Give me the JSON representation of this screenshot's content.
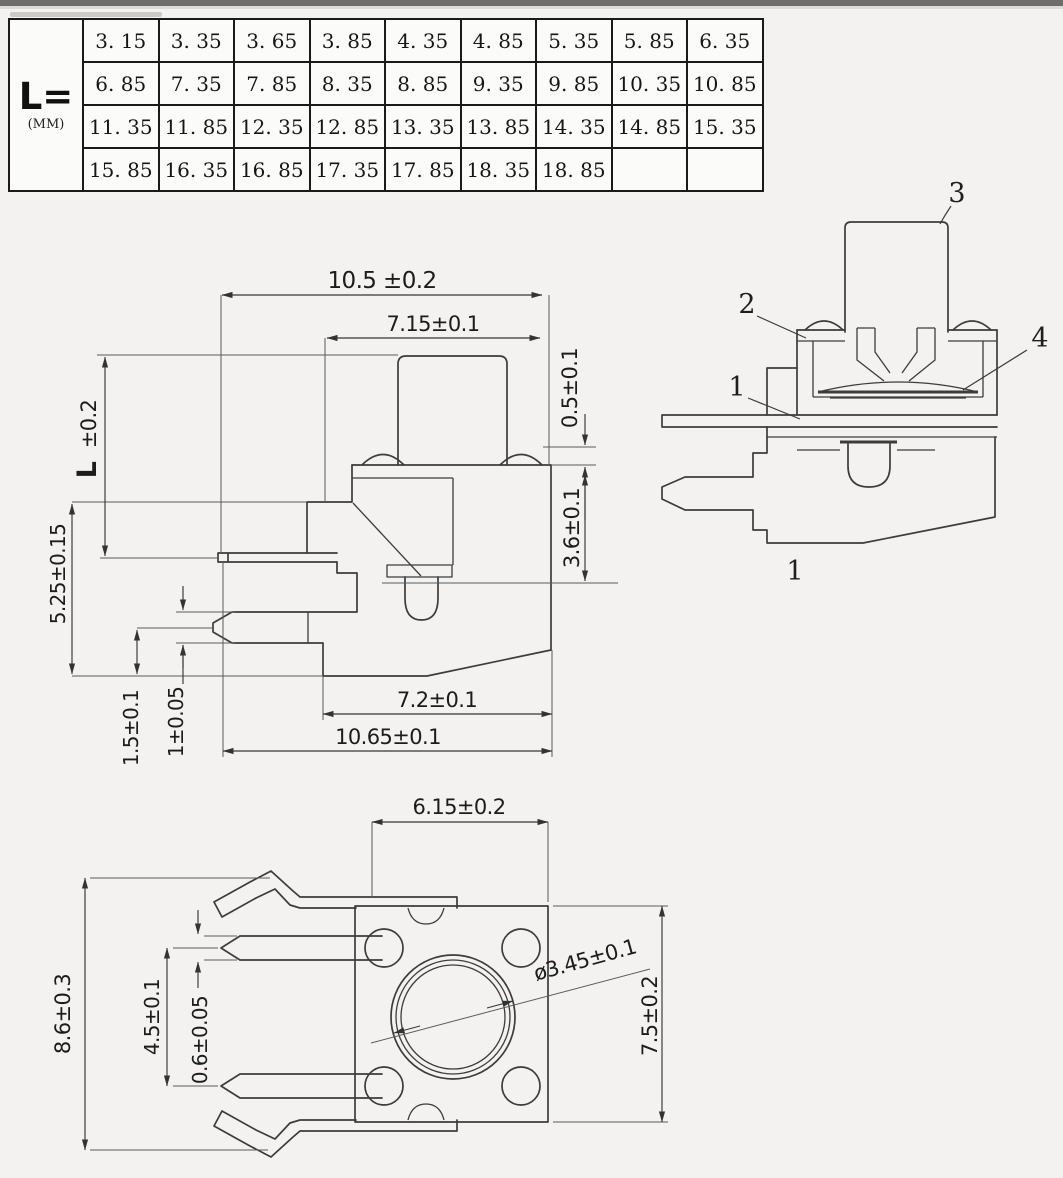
{
  "page": {
    "background": "#f3f2f0",
    "top_bar_color": "#6e6d6b",
    "line_color": "#3c3c3c"
  },
  "table": {
    "header": {
      "title": "L=",
      "unit": "(MM)"
    },
    "rows": [
      [
        "3. 15",
        "3. 35",
        "3. 65",
        "3. 85",
        "4. 35",
        "4. 85",
        "5. 35",
        "5. 85",
        "6. 35"
      ],
      [
        "6. 85",
        "7. 35",
        "7. 85",
        "8. 35",
        "8. 85",
        "9. 35",
        "9. 85",
        "10. 35",
        "10. 85"
      ],
      [
        "11. 35",
        "11. 85",
        "12. 35",
        "12. 85",
        "13. 35",
        "13. 85",
        "14. 35",
        "14. 85",
        "15. 35"
      ],
      [
        "15. 85",
        "16. 35",
        "16. 85",
        "17. 35",
        "17. 85",
        "18. 35",
        "18. 85",
        "",
        ""
      ]
    ]
  },
  "side_view": {
    "dims": {
      "overall_width": "10.5 ±0.2",
      "cover_width": "7.15±0.1",
      "tab_height": "0.5±0.1",
      "stem_label": "L",
      "stem_tol": "±0.2",
      "upper_height": "5.25±0.15",
      "lower_height": "3.6±0.1",
      "pin_center_height": "1.5±0.1",
      "pin_thickness": "1±0.05",
      "base_width": "7.2±0.1",
      "overall_base_width": "10.65±0.1"
    }
  },
  "cross_section": {
    "callouts": [
      "1",
      "2",
      "3",
      "4"
    ],
    "bottom_mark": "1"
  },
  "bottom_view": {
    "dims": {
      "top_width": "6.15±0.2",
      "left_height": "8.6±0.3",
      "pin_spacing": "4.5±0.1",
      "pin_width": "0.6±0.05",
      "hole_diameter": "ø3.45±0.1",
      "right_height": "7.5±0.2"
    }
  }
}
